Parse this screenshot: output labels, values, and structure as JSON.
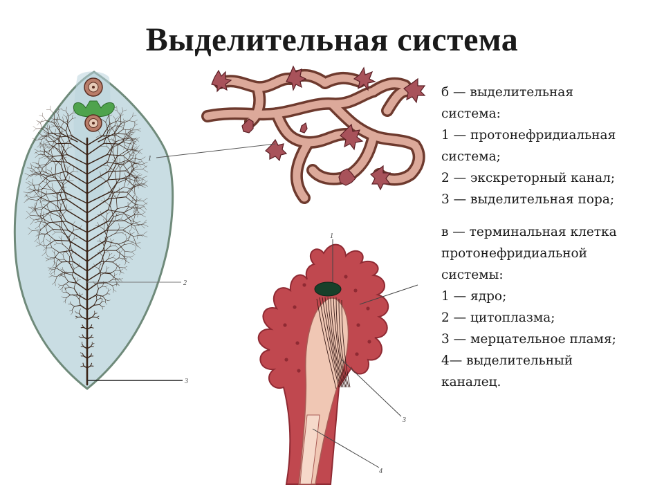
{
  "title": "Выделительная система",
  "legend_b": {
    "heading": [
      "б — выделительная",
      "система:"
    ],
    "items": [
      [
        "1 — протонефридиальная",
        "система;"
      ],
      [
        "2 — экскреторный канал;"
      ],
      [
        "3 — выделительная пора;"
      ]
    ]
  },
  "legend_v": {
    "heading": [
      "в — терминальная клетка",
      "протонефридиальной",
      "системы:"
    ],
    "items": [
      [
        "1 — ядро;"
      ],
      [
        "2 — цитоплазма;"
      ],
      [
        "3 — мерцательное пламя;"
      ],
      [
        "4— выделительный",
        "каналец."
      ]
    ]
  },
  "callouts": {
    "worm_1": "1",
    "worm_2": "2",
    "worm_3": "3",
    "cell_1": "1",
    "cell_3": "3",
    "cell_4": "4"
  },
  "colors": {
    "body_fill": "#c9dde3",
    "body_outline": "#6f8a7a",
    "canal": "#3a2418",
    "sucker": "#b97d6a",
    "pharynx_green": "#4fa34d",
    "tubule_fill": "#dca99a",
    "tubule_edge": "#6e3a2e",
    "cell_red": "#c0484f",
    "cell_dark": "#8f2a33",
    "nucleus": "#17402a",
    "flame_fill": "#f0c7b4"
  }
}
